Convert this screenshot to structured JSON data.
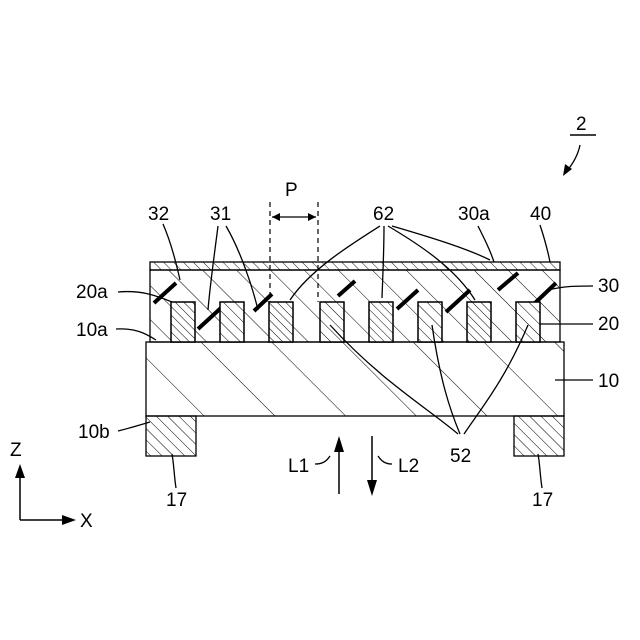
{
  "figure": {
    "ref_number": "2",
    "labels": {
      "pitch": "P",
      "layer_32": "32",
      "layer_31": "31",
      "element_62": "62",
      "surface_30a": "30a",
      "layer_40": "40",
      "surface_20a": "20a",
      "layer_30": "30",
      "surface_10a": "10a",
      "layer_20": "20",
      "substrate_10": "10",
      "surface_10b": "10b",
      "element_52": "52",
      "terminal_left": "17",
      "terminal_right": "17",
      "light_in": "L1",
      "light_out": "L2",
      "axis_z": "Z",
      "axis_x": "X"
    }
  }
}
